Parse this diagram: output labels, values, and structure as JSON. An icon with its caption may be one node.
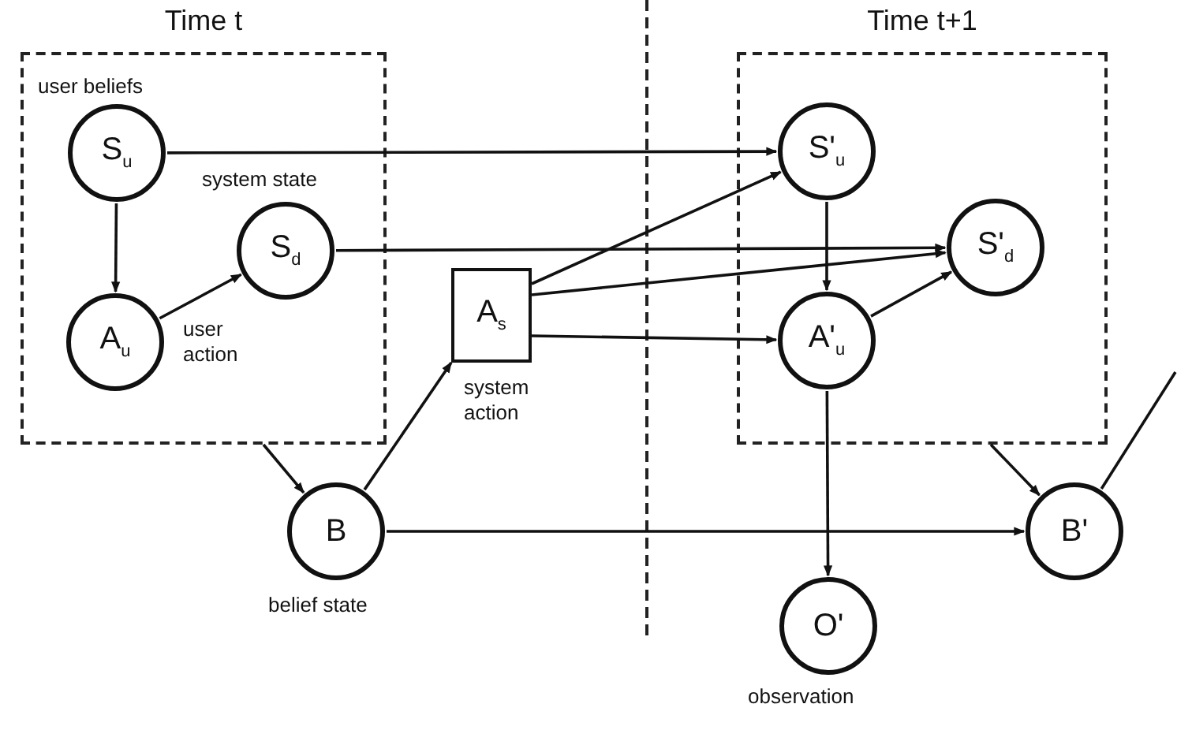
{
  "diagram": {
    "nodes": [
      {
        "text": [
          "Time t"
        ]
      },
      {
        "text": [
          "S$_{u}$"
        ],
        "in": 0,
        "beside": [
          "user beliefs"
        ]
      },
      {
        "text": [
          "S$_{d}$"
        ],
        "in": 0,
        "beside": [
          "system state"
        ]
      },
      {
        "text": [
          "A$_{u}$"
        ],
        "in": 0,
        "beside": [
          "user action"
        ]
      },
      {
        "text": [
          "A$_{s}$"
        ],
        "beside": [
          "system action"
        ]
      },
      {
        "text": [
          "Time t+1"
        ]
      },
      {
        "text": [
          "S'$_{u}$"
        ],
        "in": 5
      },
      {
        "text": [
          "S'$_{d}$"
        ],
        "in": 5
      },
      {
        "text": [
          "A'$_{u}$"
        ],
        "in": 5
      },
      {
        "text": [
          "B"
        ],
        "beside": [
          "belief state"
        ]
      },
      {
        "text": [
          "B'"
        ]
      },
      {
        "text": [
          "O'"
        ],
        "beside": [
          "observation"
        ]
      }
    ],
    "edges": [
      {
        "from": 1,
        "to": 3,
        "arrow": "to"
      },
      {
        "from": 3,
        "to": 2,
        "arrow": "to"
      },
      {
        "from": 1,
        "to": 6,
        "arrow": "to"
      },
      {
        "from": 2,
        "to": 7,
        "arrow": "to"
      },
      {
        "from": 4,
        "to": 6,
        "arrow": "to"
      },
      {
        "from": 4,
        "to": 7,
        "arrow": "to"
      },
      {
        "from": 4,
        "to": 8,
        "arrow": "to"
      },
      {
        "from": 9,
        "to": 4,
        "arrow": "to"
      },
      {
        "from": 0,
        "to": 9,
        "arrow": "to"
      },
      {
        "from": 5,
        "to": 10,
        "arrow": "to"
      },
      {
        "from": 9,
        "to": 10,
        "arrow": "to"
      },
      {
        "from": 6,
        "to": 8,
        "arrow": "to"
      },
      {
        "from": 8,
        "to": 7,
        "arrow": "to"
      },
      {
        "from": 8,
        "to": 11,
        "arrow": "to"
      },
      {
        "from": 10,
        "to": null,
        "arrow": "none"
      }
    ]
  }
}
